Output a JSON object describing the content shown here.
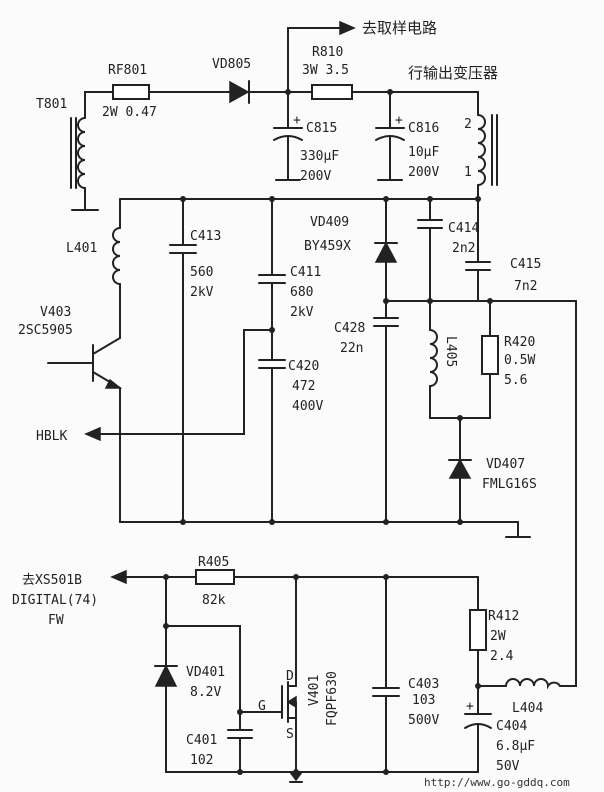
{
  "diagram": {
    "sample_circuit": "去取样电路",
    "flyback_transformer": "行输出变压器",
    "source_url": "http://www.go-gddq.com",
    "hblk": "HBLK",
    "xs501b": "去XS501B",
    "digital": "DIGITAL(74)",
    "fw": "FW",
    "T801": {
      "ref": "T801"
    },
    "RF801": {
      "ref": "RF801",
      "value": "2W 0.47"
    },
    "VD805": {
      "ref": "VD805"
    },
    "R810": {
      "ref": "R810",
      "value": "3W   3.5"
    },
    "C815": {
      "ref": "C815",
      "value1": "330μF",
      "value2": "200V"
    },
    "C816": {
      "ref": "C816",
      "value1": "10μF",
      "value2": "200V"
    },
    "pin2": "2",
    "pin1": "1",
    "L401": {
      "ref": "L401"
    },
    "C413": {
      "ref": "C413",
      "value1": "560",
      "value2": "2kV"
    },
    "C411": {
      "ref": "C411",
      "value1": "680",
      "value2": "2kV"
    },
    "VD409": {
      "ref": "VD409",
      "value": "BY459X"
    },
    "C414": {
      "ref": "C414",
      "value": "2n2"
    },
    "C415": {
      "ref": "C415",
      "value": "7n2"
    },
    "V403": {
      "ref": "V403",
      "value": "2SC5905"
    },
    "C428": {
      "ref": "C428",
      "value": "22n"
    },
    "L405": {
      "ref": "L405"
    },
    "R420": {
      "ref": "R420",
      "value1": "0.5W",
      "value2": "5.6"
    },
    "C420": {
      "ref": "C420",
      "value1": "472",
      "value2": "400V"
    },
    "VD407": {
      "ref": "VD407",
      "value": "FMLG16S"
    },
    "R405": {
      "ref": "R405",
      "value": "82k"
    },
    "R412": {
      "ref": "R412",
      "value1": "2W",
      "value2": "2.4"
    },
    "VD401": {
      "ref": "VD401",
      "value": "8.2V"
    },
    "V401": {
      "ref": "V401",
      "value": "FQPF630"
    },
    "pin_d": "D",
    "pin_g": "G",
    "pin_s": "S",
    "C403": {
      "ref": "C403",
      "value1": "103",
      "value2": "500V"
    },
    "L404": {
      "ref": "L404"
    },
    "C401": {
      "ref": "C401",
      "value": "102"
    },
    "C404": {
      "ref": "C404",
      "value1": "6.8μF",
      "value2": "50V"
    }
  }
}
